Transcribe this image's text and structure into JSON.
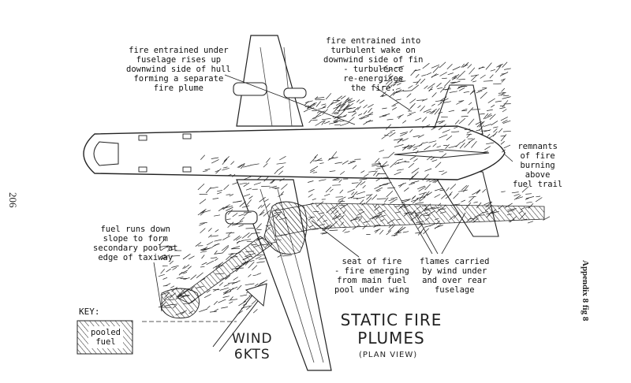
{
  "page_number": "206",
  "appendix_ref": "Appendix 8 fig 8",
  "title": {
    "line1": "STATIC FIRE",
    "line2": "PLUMES",
    "subtitle": "(PLAN VIEW)"
  },
  "wind": {
    "line1": "WIND",
    "line2": "6KTS"
  },
  "key": {
    "heading": "KEY:",
    "line1": "pooled",
    "line2": "fuel"
  },
  "annotations": {
    "under_fuselage": [
      "fire entrained under",
      "fuselage rises up",
      "downwind side of hull",
      "forming a separate",
      "fire plume"
    ],
    "wake_fin": [
      "fire entrained into",
      "turbulent wake on",
      "downwind side of fin",
      "- turbulence",
      "re-energises",
      "the fire."
    ],
    "remnants": [
      "remnants",
      "of fire",
      "burning",
      "above",
      "fuel trail"
    ],
    "fuel_runs": [
      "fuel runs down",
      "slope to form",
      "secondary pool at",
      "edge of taxiway"
    ],
    "seat_of_fire": [
      "seat of fire",
      "- fire emerging",
      "from main fuel",
      "pool under wing"
    ],
    "flames_carried": [
      "flames carried",
      "by wind under",
      "and over rear",
      "fuselage"
    ]
  },
  "colors": {
    "ink": "#1a1a1a",
    "paper": "#ffffff"
  }
}
